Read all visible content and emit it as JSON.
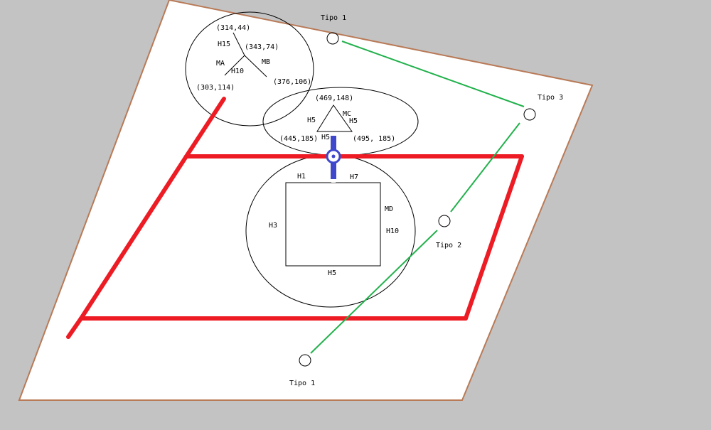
{
  "colors": {
    "background": "#c3c3c3",
    "sheet_fill": "#ffffff",
    "sheet_border": "#b97a57",
    "red_frame": "#ed1c24",
    "green_link": "#22b14c",
    "blue_marker": "#3f48cc"
  },
  "coord_labels": {
    "c_314_44": "(314,44)",
    "c_343_74": "(343,74)",
    "c_303_114": "(303,114)",
    "c_376_106": "(376,106)",
    "c_469_148": "(469,148)",
    "c_445_185": "(445,185)",
    "c_495_185": "(495, 185)"
  },
  "part_labels": {
    "h15": "H15",
    "ma": "MA",
    "h10_a": "H10",
    "mb": "MB",
    "h5_tri_left": "H5",
    "mc": "MC",
    "h5_tri_right": "H5",
    "h5_tri_bottom": "H5",
    "h1": "H1",
    "h7": "H7",
    "md": "MD",
    "h10_sq": "H10",
    "h3": "H3",
    "h5_sq_bottom": "H5"
  },
  "node_labels": {
    "tipo1_top": "Tipo 1",
    "tipo3": "Tipo 3",
    "tipo2": "Tipo 2",
    "tipo1_bottom": "Tipo 1"
  }
}
